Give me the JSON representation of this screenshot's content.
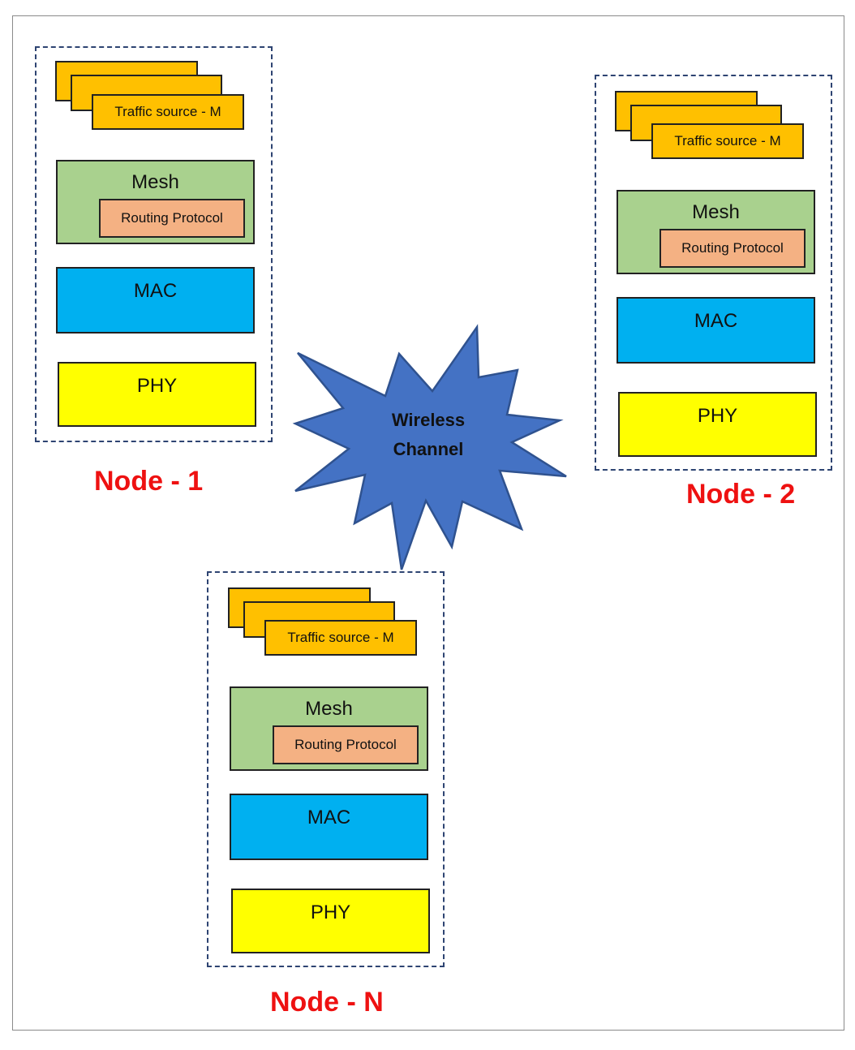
{
  "channel": {
    "line1": "Wireless",
    "line2": "Channel"
  },
  "node1": {
    "title": "Node - 1",
    "traffic": "Traffic source - M",
    "mesh": "Mesh",
    "routing": "Routing Protocol",
    "mac": "MAC",
    "phy": "PHY"
  },
  "node2": {
    "title": "Node - 2",
    "traffic": "Traffic source - M",
    "mesh": "Mesh",
    "routing": "Routing Protocol",
    "mac": "MAC",
    "phy": "PHY"
  },
  "nodeN": {
    "title": "Node - N",
    "traffic": "Traffic source - M",
    "mesh": "Mesh",
    "routing": "Routing Protocol",
    "mac": "MAC",
    "phy": "PHY"
  },
  "colors": {
    "traffic": "#ffc000",
    "mesh": "#a9d18e",
    "routing": "#f4b183",
    "mac": "#00b0f0",
    "phy": "#ffff00",
    "channel": "#4472c4",
    "node_title": "#ee1111"
  }
}
